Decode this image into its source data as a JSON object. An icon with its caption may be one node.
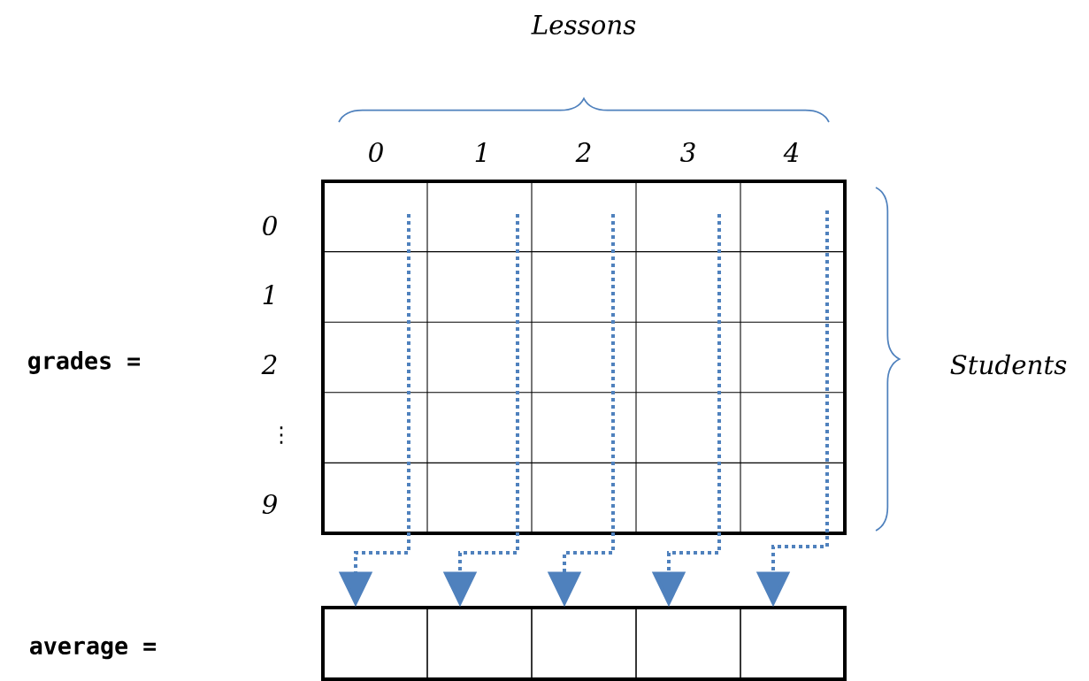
{
  "diagram": {
    "nodes": [
      {
        "text": [],
        "shape": "box"
      },
      {
        "text": [],
        "shape": "box"
      },
      {
        "text": [],
        "shape": "box"
      },
      {
        "text": [],
        "shape": "box"
      },
      {
        "text": [],
        "shape": "box"
      }
    ],
    "edges": [
      {
        "from": null,
        "to": 0,
        "arrow": "to",
        "style": "dashed",
        "color": "#4f81bd"
      },
      {
        "from": null,
        "to": 1,
        "arrow": "to",
        "style": "dashed",
        "color": "#4f81bd"
      },
      {
        "from": null,
        "to": 2,
        "arrow": "to",
        "style": "dashed",
        "color": "#4f81bd"
      },
      {
        "from": null,
        "to": 3,
        "arrow": "to",
        "style": "dashed",
        "color": "#4f81bd"
      },
      {
        "from": null,
        "to": 4,
        "arrow": "to",
        "style": "dashed",
        "color": "#4f81bd"
      }
    ],
    "labels": [
      "Lessons",
      "0",
      "1",
      "2",
      "3",
      "4",
      "0",
      "1",
      "grades =",
      "2",
      "Students",
      "⋮",
      "9",
      "average ="
    ]
  }
}
